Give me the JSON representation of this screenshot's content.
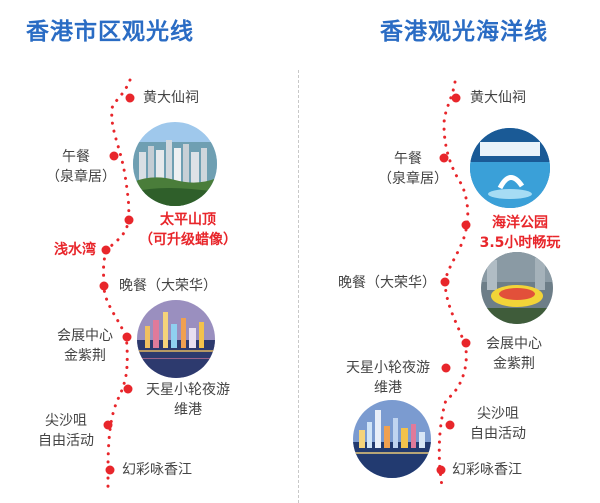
{
  "left": {
    "title": "香港市区观光线",
    "stops": {
      "wong_tai_sin": "黄大仙祠",
      "lunch": "午餐",
      "lunch_place": "（泉章居）",
      "peak_line1": "太平山顶",
      "peak_line2": "（可升级蜡像）",
      "repulse_bay": "浅水湾",
      "dinner": "晚餐（大荣华）",
      "convention_line1": "会展中心",
      "convention_line2": "金紫荆",
      "star_ferry_line1": "天星小轮夜游",
      "star_ferry_line2": "维港",
      "tst_line1": "尖沙咀",
      "tst_line2": "自由活动",
      "symphony": "幻彩咏香江"
    }
  },
  "right": {
    "title": "香港观光海洋线",
    "stops": {
      "wong_tai_sin": "黄大仙祠",
      "lunch": "午餐",
      "lunch_place": "（泉章居）",
      "ocean_park": "海洋公园",
      "ocean_park_time": "3.5小时畅玩",
      "dinner": "晚餐（大荣华）",
      "convention_line1": "会展中心",
      "convention_line2": "金紫荆",
      "star_ferry_line1": "天星小轮夜游",
      "star_ferry_line2": "维港",
      "tst_line1": "尖沙咀",
      "tst_line2": "自由活动",
      "symphony": "幻彩咏香江"
    }
  },
  "colors": {
    "title": "#2a6cc4",
    "route": "#e8262b",
    "text": "#444444",
    "divider": "#c8c8c8"
  },
  "icons": [
    "city-skyline-photo-icon",
    "harbour-night-photo-icon",
    "ocean-park-photo-icon",
    "ride-photo-icon"
  ]
}
